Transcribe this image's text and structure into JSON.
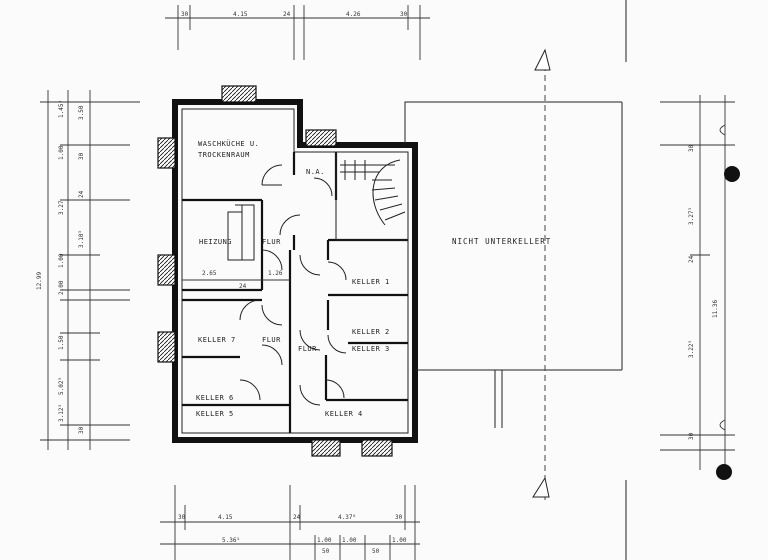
{
  "rooms": {
    "waschkueche_line1": "WASCHKÜCHE U.",
    "waschkueche_line2": "TROCKENRAUM",
    "na": "N.A.",
    "heizung": "HEIZUNG",
    "flur": "FLUR",
    "keller1": "KELLER 1",
    "keller2": "KELLER 2",
    "keller3": "KELLER 3",
    "keller4": "KELLER 4",
    "keller5": "KELLER 5",
    "keller6": "KELLER 6",
    "keller7": "KELLER 7",
    "nicht_unterkellert": "NICHT UNTERKELLERT"
  },
  "dims": {
    "top_30a": "30",
    "top_415": "4.15",
    "top_24": "24",
    "top_426": "4.26",
    "top_30b": "30",
    "left_1299": "12.99",
    "left_327": "3.27",
    "left_200": "2.00",
    "left_502": "5.02⁵",
    "left_100a": "1.00",
    "left_145": "1.45⁵",
    "left_30a": "30",
    "left_350": "3.50",
    "left_24": "24",
    "left_3105": "3.10⁵",
    "left_100b": "1.00",
    "left_150": "1.50",
    "left_3125": "3.12⁵",
    "left_30b": "30",
    "inner_265": "2.65",
    "inner_126": "1.26",
    "inner_24": "24",
    "right_30a": "30",
    "right_3275": "3.27⁵",
    "right_24": "24",
    "right_1136": "11.36",
    "right_3225": "3.22⁵",
    "right_30b": "30",
    "bot_30a": "30",
    "bot_415": "4.15",
    "bot_24": "24",
    "bot_4376": "4.37⁶",
    "bot_30b": "30",
    "bot_5365": "5.36⁵",
    "bot_100a": "1.00",
    "bot_100b": "1.00",
    "bot_100c": "1.00",
    "bot_50a": "50",
    "bot_50b": "50"
  }
}
